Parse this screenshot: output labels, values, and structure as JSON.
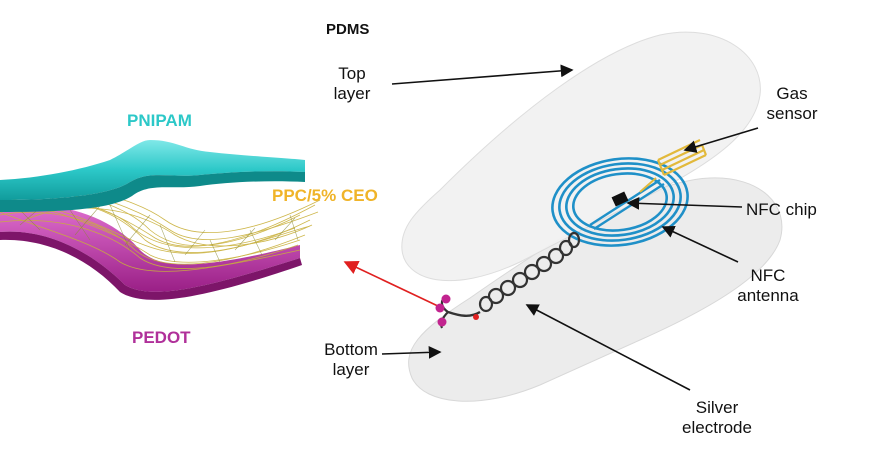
{
  "colors": {
    "pnipam": "#2cc8c8",
    "ppc": "#f0b429",
    "pedot": "#b0309a",
    "layer_fill": "#ededed",
    "antenna": "#1f90c8",
    "sensor": "#e2b93b",
    "pointer_red": "#e02020"
  },
  "left_stack": {
    "pnipam_label": "PNIPAM",
    "ppc_label": "PPC/5% CEO",
    "pedot_label": "PEDOT"
  },
  "device": {
    "pdms_label": "PDMS",
    "top_layer": [
      "Top",
      "layer"
    ],
    "bottom_layer": [
      "Bottom",
      "layer"
    ],
    "gas_sensor": [
      "Gas",
      "sensor"
    ],
    "nfc_chip": "NFC chip",
    "nfc_antenna": [
      "NFC",
      "antenna"
    ],
    "silver_electrode": [
      "Silver",
      "electrode"
    ]
  }
}
